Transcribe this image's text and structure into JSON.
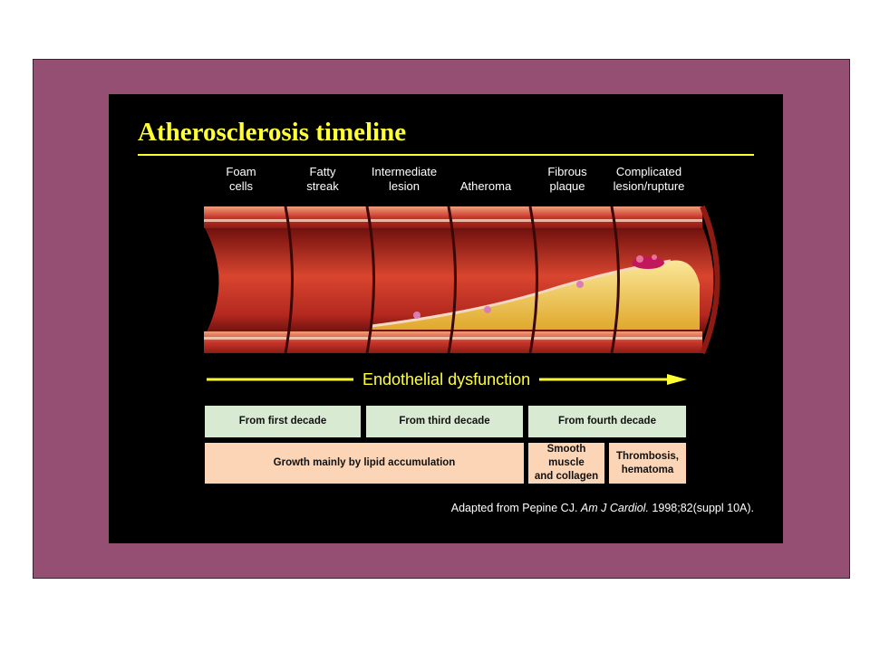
{
  "slide": {
    "title": "Atherosclerosis timeline",
    "stages": [
      {
        "line1": "Foam",
        "line2": "cells"
      },
      {
        "line1": "Fatty",
        "line2": "streak"
      },
      {
        "line1": "Intermediate",
        "line2": "lesion"
      },
      {
        "line1": "",
        "line2": "Atheroma"
      },
      {
        "line1": "Fibrous",
        "line2": "plaque"
      },
      {
        "line1": "Complicated",
        "line2": "lesion/rupture"
      }
    ],
    "arrow_label": "Endothelial dysfunction",
    "onset_boxes": [
      "From first decade",
      "From third decade",
      "From fourth decade"
    ],
    "growth_boxes": [
      {
        "line1": "Growth mainly by lipid accumulation",
        "line2": ""
      },
      {
        "line1": "Smooth muscle",
        "line2": "and collagen"
      },
      {
        "line1": "Thrombosis,",
        "line2": "hematoma"
      }
    ],
    "citation": {
      "prefix": "Adapted from Pepine CJ. ",
      "journal": "Am J Cardiol.",
      "suffix": " 1998;82(suppl 10A)."
    }
  },
  "colors": {
    "frame": "#954f72",
    "panel": "#000000",
    "accent_yellow": "#ffff33",
    "onset_box": "#d9ead3",
    "growth_box": "#fbd5b5",
    "vessel_wall": "#c8362a",
    "plaque": "#f2c240"
  }
}
